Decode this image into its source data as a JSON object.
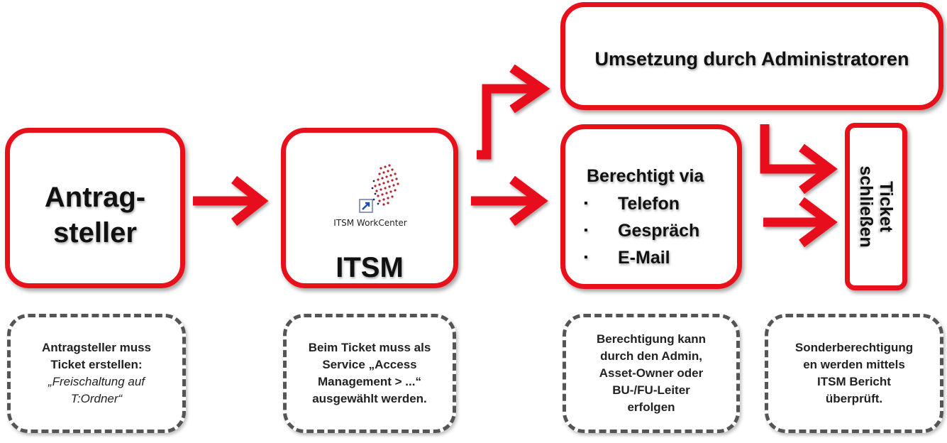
{
  "boxes": {
    "antragsteller_line1": "Antrag-",
    "antragsteller_line2": "steller",
    "itsm_shortcut_caption": "ITSM WorkCenter",
    "itsm_label": "ITSM",
    "umsetzung": "Umsetzung durch Administratoren",
    "berechtigt_title": "Berechtigt via",
    "berechtigt_items": [
      "Telefon",
      "Gespräch",
      "E-Mail"
    ],
    "ticket_line1": "Ticket",
    "ticket_line2": "schließen"
  },
  "icons": {
    "bullet": "▪",
    "shortcut_icon": "itsm-workcenter-shortcut-icon"
  },
  "notes": {
    "note1_line1": "Antragsteller muss",
    "note1_line2": "Ticket erstellen:",
    "note1_italic1": "„Freischaltung auf",
    "note1_italic2": "T:Ordner“",
    "note2_line1": "Beim Ticket muss als",
    "note2_line2": "Service „Access",
    "note2_line3": "Management > ...“",
    "note2_line4": "ausgewählt werden.",
    "note3_line1": "Berechtigung kann",
    "note3_line2": "durch den Admin,",
    "note3_line3": "Asset-Owner oder",
    "note3_line4": "BU-/FU-Leiter",
    "note3_line5": "erfolgen",
    "note4_line1": "Sonderberechtigung",
    "note4_line2": "en werden mittels",
    "note4_line3": "ITSM Bericht",
    "note4_line4": "überprüft."
  },
  "colors": {
    "accent_red": "#e8101a",
    "dash_gray": "#555555"
  }
}
